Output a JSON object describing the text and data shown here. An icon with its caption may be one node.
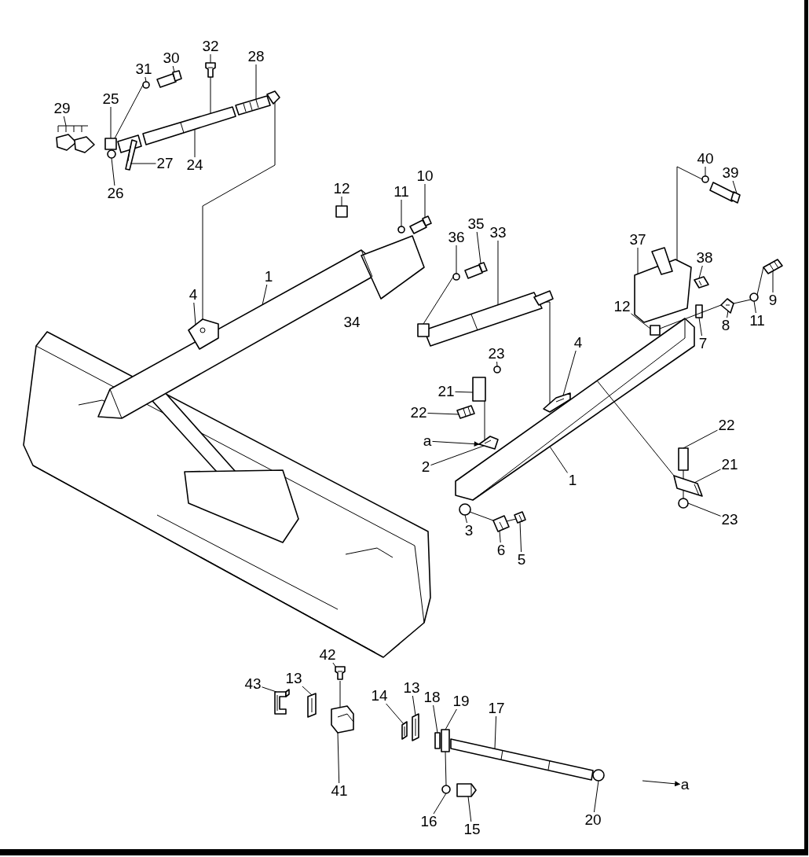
{
  "diagram": {
    "nodes": [
      {
        "text": [
          "32"
        ]
      },
      {
        "text": [
          "28"
        ]
      },
      {
        "text": [
          "30"
        ]
      },
      {
        "text": [
          "31"
        ]
      },
      {
        "text": [
          "25"
        ]
      },
      {
        "text": [
          "29"
        ]
      },
      {
        "text": [
          "27"
        ]
      },
      {
        "text": [
          "24"
        ]
      },
      {
        "text": [
          "26"
        ]
      },
      {
        "text": [
          "40"
        ]
      },
      {
        "text": [
          "39"
        ]
      },
      {
        "text": [
          "10"
        ]
      },
      {
        "text": [
          "12"
        ]
      },
      {
        "text": [
          "11"
        ]
      },
      {
        "text": [
          "35"
        ]
      },
      {
        "text": [
          "33"
        ]
      },
      {
        "text": [
          "36"
        ]
      },
      {
        "text": [
          "37"
        ]
      },
      {
        "text": [
          "38"
        ]
      },
      {
        "text": [
          "1"
        ]
      },
      {
        "text": [
          "4"
        ]
      },
      {
        "text": [
          "9"
        ]
      },
      {
        "text": [
          "12"
        ]
      },
      {
        "text": [
          "11"
        ]
      },
      {
        "text": [
          "8"
        ]
      },
      {
        "text": [
          "4"
        ]
      },
      {
        "text": [
          "7"
        ]
      },
      {
        "text": [
          "23"
        ]
      },
      {
        "text": [
          "21"
        ]
      },
      {
        "text": [
          "22"
        ]
      },
      {
        "text": [
          "22"
        ]
      },
      {
        "text": [
          "a"
        ]
      },
      {
        "text": [
          "2"
        ]
      },
      {
        "text": [
          "21"
        ]
      },
      {
        "text": [
          "1"
        ]
      },
      {
        "text": [
          "23"
        ]
      },
      {
        "text": [
          "3"
        ]
      },
      {
        "text": [
          "6"
        ]
      },
      {
        "text": [
          "5"
        ]
      },
      {
        "text": [
          "42"
        ]
      },
      {
        "text": [
          "43"
        ]
      },
      {
        "text": [
          "13"
        ]
      },
      {
        "text": [
          "14"
        ]
      },
      {
        "text": [
          "13"
        ]
      },
      {
        "text": [
          "18"
        ]
      },
      {
        "text": [
          "19"
        ]
      },
      {
        "text": [
          "17"
        ]
      },
      {
        "text": [
          "41"
        ]
      },
      {
        "text": [
          "16"
        ]
      },
      {
        "text": [
          "15"
        ]
      },
      {
        "text": [
          "20"
        ]
      },
      {
        "text": [
          "a"
        ]
      },
      {
        "text": [],
        "shape": "picture"
      },
      {
        "text": [],
        "shape": "picture"
      },
      {
        "text": [],
        "shape": "picture"
      },
      {
        "text": [],
        "shape": "circle"
      },
      {
        "text": [],
        "shape": "box"
      },
      {
        "text": [],
        "shape": "circle"
      },
      {
        "text": [],
        "shape": "picture"
      },
      {
        "text": [],
        "shape": "picture"
      },
      {
        "text": [],
        "shape": "picture"
      },
      {
        "text": [],
        "shape": "circle"
      },
      {
        "text": [],
        "shape": "picture"
      },
      {
        "text": [],
        "shape": "picture"
      },
      {
        "text": [],
        "shape": "box"
      },
      {
        "text": [],
        "shape": "circle"
      },
      {
        "text": [],
        "shape": "picture"
      },
      {
        "text": [],
        "shape": "picture"
      },
      {
        "text": [],
        "shape": "circle"
      },
      {
        "text": [],
        "shape": "picture"
      },
      {
        "text": [],
        "shape": "picture"
      },
      {
        "text": [],
        "shape": "picture"
      },
      {
        "text": [],
        "shape": "picture"
      },
      {
        "text": [],
        "shape": "picture"
      },
      {
        "text": [],
        "shape": "box"
      },
      {
        "text": [],
        "shape": "circle"
      },
      {
        "text": [],
        "shape": "picture"
      },
      {
        "text": [],
        "shape": "picture"
      },
      {
        "text": [],
        "shape": "box"
      },
      {
        "text": [],
        "shape": "circle"
      },
      {
        "text": [],
        "shape": "box"
      },
      {
        "text": [],
        "shape": "picture"
      },
      {
        "text": [],
        "shape": "box"
      },
      {
        "text": [],
        "shape": "picture"
      },
      {
        "text": [],
        "shape": "picture"
      },
      {
        "text": [],
        "shape": "picture"
      },
      {
        "text": [],
        "shape": "circle"
      },
      {
        "text": [],
        "shape": "circle"
      },
      {
        "text": [],
        "shape": "picture"
      },
      {
        "text": [],
        "shape": "picture"
      },
      {
        "text": [],
        "shape": "picture"
      },
      {
        "text": [],
        "shape": "picture"
      },
      {
        "text": [],
        "shape": "picture"
      },
      {
        "text": [],
        "shape": "picture"
      },
      {
        "text": [],
        "shape": "picture"
      },
      {
        "text": [],
        "shape": "box"
      },
      {
        "text": [],
        "shape": "box"
      },
      {
        "text": [],
        "shape": "picture"
      },
      {
        "text": [],
        "shape": "picture"
      },
      {
        "text": [],
        "shape": "circle"
      },
      {
        "text": [],
        "shape": "picture"
      },
      {
        "text": [],
        "shape": "circle"
      }
    ],
    "edges": [
      {
        "from": 0,
        "to": 52,
        "arrow": "none"
      },
      {
        "from": 1,
        "to": 53,
        "arrow": "none"
      },
      {
        "from": 2,
        "to": 54,
        "arrow": "none"
      },
      {
        "from": 3,
        "to": 55,
        "arrow": "none"
      },
      {
        "from": 4,
        "to": 56,
        "arrow": "none"
      },
      {
        "from": 5,
        "to": 58,
        "arrow": "none"
      },
      {
        "from": 6,
        "to": 59,
        "arrow": "none"
      },
      {
        "from": 7,
        "to": 60,
        "arrow": "none"
      },
      {
        "from": 8,
        "to": 57,
        "arrow": "none"
      },
      {
        "from": 9,
        "to": 61,
        "arrow": "none"
      },
      {
        "from": 10,
        "to": 62,
        "arrow": "none"
      },
      {
        "from": 11,
        "to": 63,
        "arrow": "none"
      },
      {
        "from": 12,
        "to": 64,
        "arrow": "none"
      },
      {
        "from": 13,
        "to": 65,
        "arrow": "none"
      },
      {
        "from": 14,
        "to": 66,
        "arrow": "none"
      },
      {
        "from": 15,
        "to": 67,
        "arrow": "none"
      },
      {
        "from": 16,
        "to": 68,
        "arrow": "none"
      },
      {
        "from": 17,
        "to": 69,
        "arrow": "none"
      },
      {
        "from": 18,
        "to": 70,
        "arrow": "none"
      },
      {
        "from": 19,
        "to": 71,
        "arrow": "none"
      },
      {
        "from": 20,
        "to": 72,
        "arrow": "none"
      },
      {
        "from": 21,
        "to": 73,
        "arrow": "none"
      },
      {
        "from": 22,
        "to": 74,
        "arrow": "none"
      },
      {
        "from": 23,
        "to": 75,
        "arrow": "none"
      },
      {
        "from": 24,
        "to": 76,
        "arrow": "none"
      },
      {
        "from": 25,
        "to": 77,
        "arrow": "none"
      },
      {
        "from": 26,
        "to": 78,
        "arrow": "none"
      },
      {
        "from": 27,
        "to": 79,
        "arrow": "none"
      },
      {
        "from": 28,
        "to": 80,
        "arrow": "none"
      },
      {
        "from": 29,
        "to": 81,
        "arrow": "none"
      },
      {
        "from": 30,
        "to": 82,
        "arrow": "none"
      },
      {
        "from": 31,
        "to": 83,
        "arrow": "to"
      },
      {
        "from": 32,
        "to": 83,
        "arrow": "none"
      },
      {
        "from": 33,
        "to": 84,
        "arrow": "none"
      },
      {
        "from": 34,
        "to": 85,
        "arrow": "none"
      },
      {
        "from": 35,
        "to": 86,
        "arrow": "none"
      },
      {
        "from": 36,
        "to": 87,
        "arrow": "none"
      },
      {
        "from": 37,
        "to": 88,
        "arrow": "none"
      },
      {
        "from": 38,
        "to": 89,
        "arrow": "none"
      },
      {
        "from": 39,
        "to": 90,
        "arrow": "none"
      },
      {
        "from": 40,
        "to": 91,
        "arrow": "none"
      },
      {
        "from": 41,
        "to": 92,
        "arrow": "none"
      },
      {
        "from": 42,
        "to": 93,
        "arrow": "none"
      },
      {
        "from": 43,
        "to": 94,
        "arrow": "none"
      },
      {
        "from": 44,
        "to": 95,
        "arrow": "none"
      },
      {
        "from": 45,
        "to": 96,
        "arrow": "none"
      },
      {
        "from": 46,
        "to": 97,
        "arrow": "none"
      },
      {
        "from": 47,
        "to": 98,
        "arrow": "none"
      },
      {
        "from": 48,
        "to": 99,
        "arrow": "none"
      },
      {
        "from": 49,
        "to": 100,
        "arrow": "none"
      },
      {
        "from": 50,
        "to": 101,
        "arrow": "none"
      },
      {
        "from": null,
        "to": 51,
        "arrow": "to"
      },
      {
        "from": 53,
        "to": 72,
        "arrow": "none"
      },
      {
        "from": 67,
        "to": 77,
        "arrow": "none"
      },
      {
        "from": 55,
        "to": 56,
        "arrow": "none"
      },
      {
        "from": 52,
        "to": 60,
        "arrow": "none"
      },
      {
        "from": 61,
        "to": 69,
        "arrow": "none"
      },
      {
        "from": 68,
        "to": 67,
        "arrow": "none"
      },
      {
        "from": 80,
        "to": 83,
        "arrow": "none"
      },
      {
        "from": 84,
        "to": 85,
        "arrow": "none"
      },
      {
        "from": 82,
        "to": 84,
        "arrow": "none"
      },
      {
        "from": 84,
        "to": 86,
        "arrow": "none"
      },
      {
        "from": 87,
        "to": 88,
        "arrow": "none"
      },
      {
        "from": 88,
        "to": 89,
        "arrow": "none"
      },
      {
        "from": 99,
        "to": 96,
        "arrow": "none"
      },
      {
        "from": 90,
        "to": 98,
        "arrow": "none"
      },
      {
        "from": 73,
        "to": 75,
        "arrow": "none"
      },
      {
        "from": 75,
        "to": 76,
        "arrow": "none"
      },
      {
        "from": 76,
        "to": 74,
        "arrow": "none"
      }
    ],
    "labels": [
      "34"
    ]
  }
}
